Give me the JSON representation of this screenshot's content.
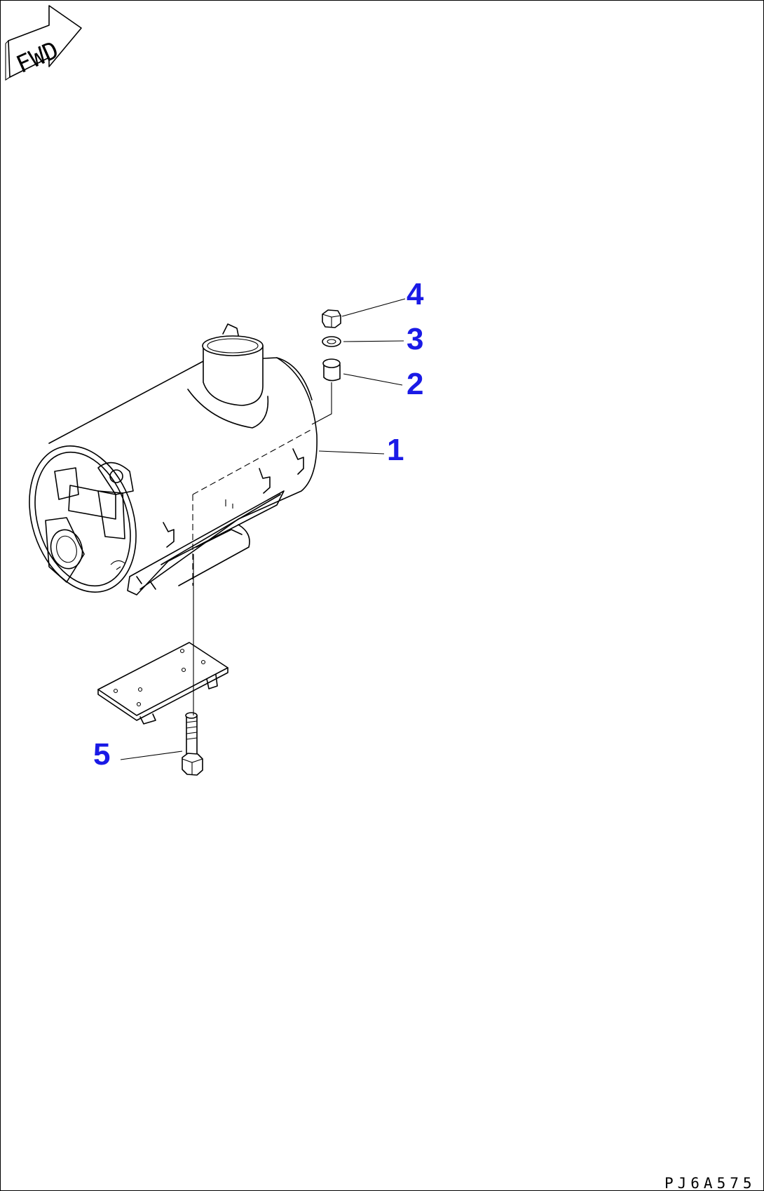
{
  "direction_label": "FWD",
  "drawing_code": "PJ6A575",
  "callouts": [
    {
      "id": "callout-1",
      "text": "1"
    },
    {
      "id": "callout-2",
      "text": "2"
    },
    {
      "id": "callout-3",
      "text": "3"
    },
    {
      "id": "callout-4",
      "text": "4"
    },
    {
      "id": "callout-5",
      "text": "5"
    }
  ],
  "colors": {
    "callout": "#1a1ae6",
    "line": "#000000",
    "background": "#ffffff"
  }
}
